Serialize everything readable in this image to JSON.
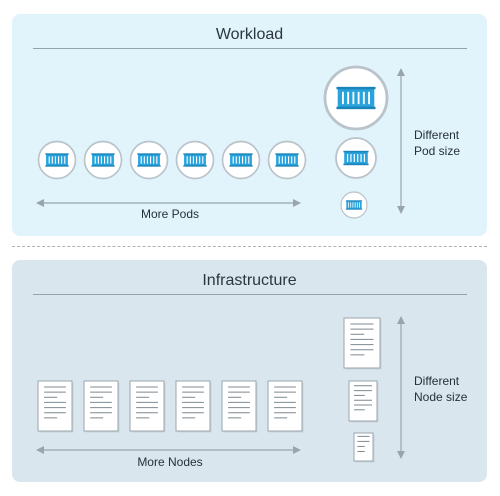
{
  "workload": {
    "title": "Workload",
    "more_label": "More Pods",
    "size_label_line1": "Different",
    "size_label_line2": "Pod size",
    "pod_count": 6,
    "pod_variants": [
      "large",
      "medium",
      "small"
    ]
  },
  "infrastructure": {
    "title": "Infrastructure",
    "more_label": "More Nodes",
    "size_label_line1": "Different",
    "size_label_line2": "Node size",
    "node_count": 6,
    "node_variants": [
      "large",
      "medium",
      "small"
    ]
  },
  "colors": {
    "workload_panel": "#e1f3fb",
    "infra_panel": "#dae6ee",
    "pod_accent": "#29a3dd",
    "arrow": "#9aa4ab"
  },
  "icons": {
    "pod": "container-icon",
    "node": "document-icon"
  }
}
